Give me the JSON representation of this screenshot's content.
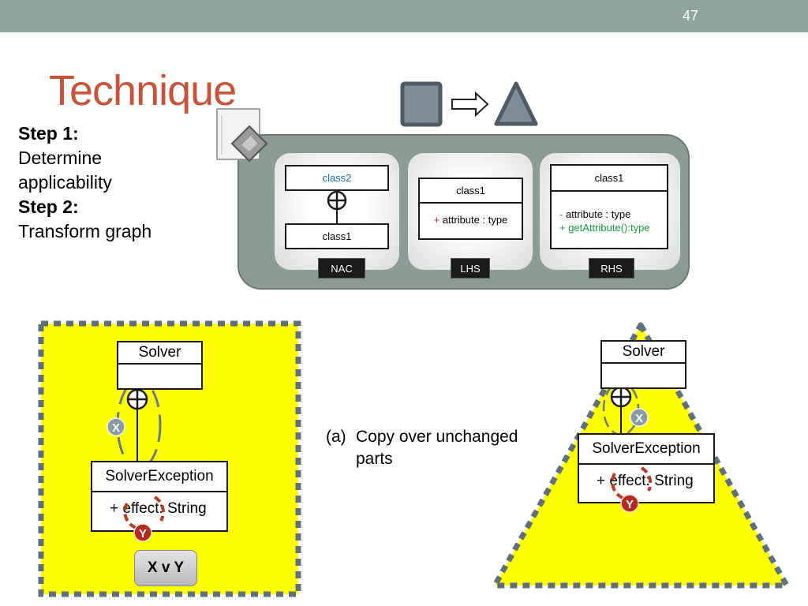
{
  "slide": {
    "page_number": "47",
    "title": "Technique",
    "steps": {
      "step1_label": "Step 1:",
      "step1_line1": "Determine",
      "step1_line2": "applicability",
      "step2_label": "Step 2:",
      "step2_line1": "Transform graph"
    }
  },
  "rule": {
    "nac": {
      "tag": "NAC",
      "top_class": "class2",
      "bottom_class": "class1"
    },
    "lhs": {
      "tag": "LHS",
      "class_name": "class1",
      "attr_sign": "+",
      "attr_text": " attribute : type"
    },
    "rhs": {
      "tag": "RHS",
      "class_name": "class1",
      "attr_removed_sign": "-",
      "attr_removed_text": " attribute : type",
      "method_added": "+ getAttribute():type"
    }
  },
  "left_figure": {
    "solver_class": "Solver",
    "exception_class": "SolverException",
    "attr_prefix": "+ ",
    "attr_name": "effect",
    "attr_suffix": ": String",
    "marker_x": "X",
    "marker_y": "Y",
    "button_label": "X v Y"
  },
  "annotation": {
    "number": "(a)",
    "text": "Copy over unchanged parts"
  },
  "right_figure": {
    "solver_class": "Solver",
    "exception_class": "SolverException",
    "attr_prefix": "+ ",
    "attr_name": "effect",
    "attr_suffix": ": String",
    "marker_x": "X",
    "marker_y": "Y"
  },
  "colors": {
    "topbar": "#8fa49b",
    "title": "#c8533b",
    "highlight": "#ffff00",
    "panel": "#8c9c92",
    "shape": "#5f7078"
  }
}
